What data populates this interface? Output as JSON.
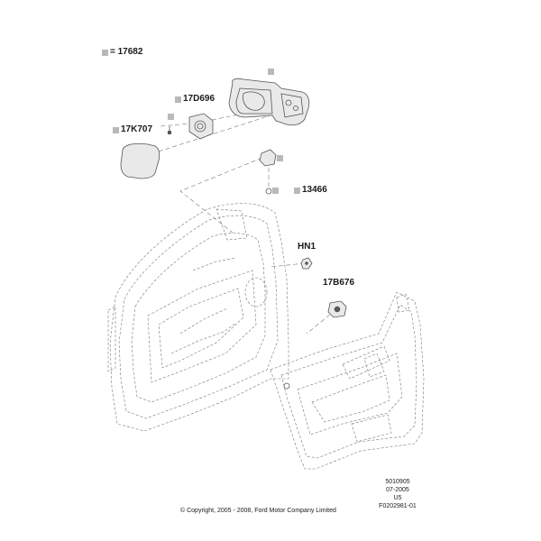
{
  "legend": {
    "text": "= 17682",
    "marker_color": "#b9b9b9"
  },
  "labels": {
    "mirror_glass": "17K707",
    "mirror_motor": "17D696",
    "bulb": "13466",
    "nut": "HN1",
    "switch": "17B676"
  },
  "footer": {
    "copyright": "© Copyright, 2005 - 2008, Ford Motor Company Limited",
    "ref_date_code": "5010905",
    "ref_date": "07-2005",
    "ref_u": "U5",
    "ref_figure": "F0202981-01"
  }
}
